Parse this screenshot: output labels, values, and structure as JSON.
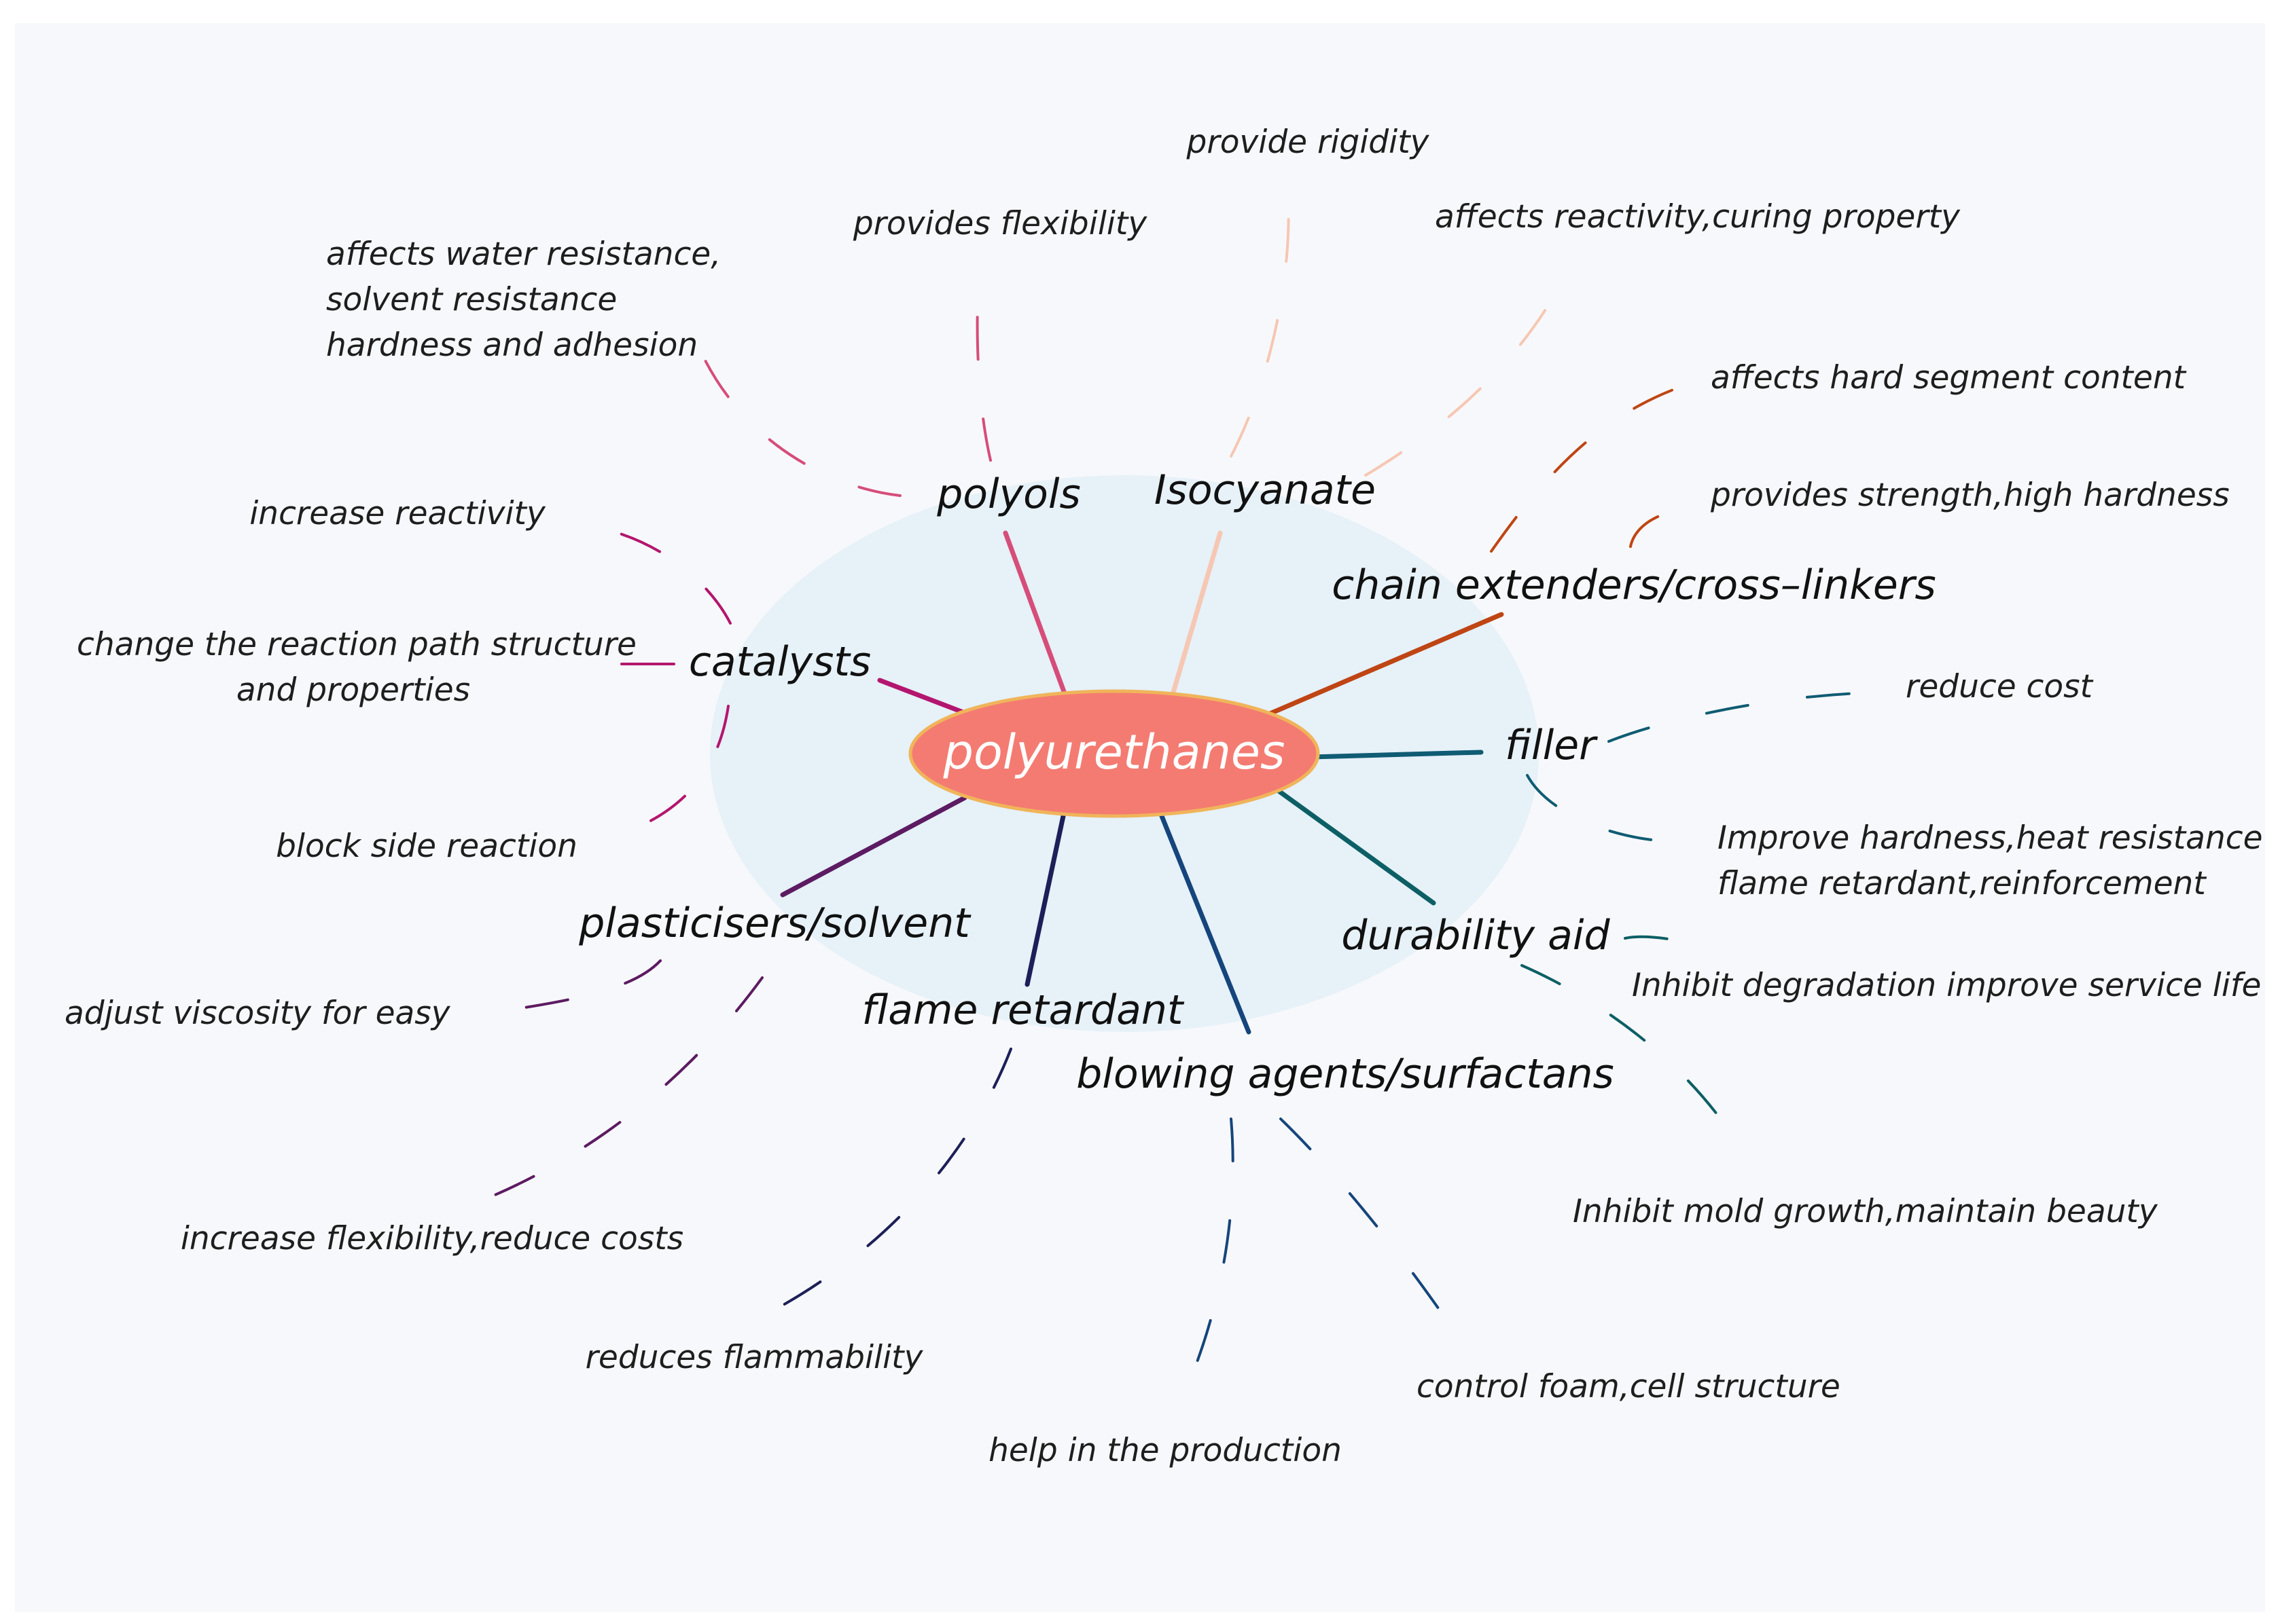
{
  "colors": {
    "background": "#f7f8fb",
    "halo": "#e6f1f8",
    "center_fill": "#f47b72",
    "center_stroke": "#f0b45a"
  },
  "center": {
    "label": "polyurethanes"
  },
  "categories": [
    {
      "id": "polyols",
      "label": "polyols",
      "color": "#d64d7a",
      "notes": [
        "provides flexibility",
        "affects water resistance,",
        "solvent resistance",
        "hardness and adhesion"
      ]
    },
    {
      "id": "isocyanate",
      "label": "Isocyanate",
      "color": "#f6c7b3",
      "notes": [
        "provide rigidity",
        "affects reactivity,curing property"
      ]
    },
    {
      "id": "chain-extenders",
      "label": "chain extenders/cross–linkers",
      "color": "#bf4514",
      "notes": [
        "affects hard segment content",
        "provides strength,high hardness"
      ]
    },
    {
      "id": "filler",
      "label": "filler",
      "color": "#0f5c73",
      "notes": [
        "reduce cost",
        "Improve hardness,heat resistance",
        "flame retardant,reinforcement"
      ]
    },
    {
      "id": "durability-aid",
      "label": "durability aid",
      "color": "#0c5f65",
      "notes": [
        "Inhibit degradation improve service life",
        "Inhibit mold growth,maintain beauty"
      ]
    },
    {
      "id": "blowing-agents",
      "label": "blowing agents/surfactans",
      "color": "#16457c",
      "notes": [
        "control foam,cell structure",
        "help in the production"
      ]
    },
    {
      "id": "flame-retardant",
      "label": "flame retardant",
      "color": "#1d1f58",
      "notes": [
        "reduces flammability"
      ]
    },
    {
      "id": "plasticisers",
      "label": "plasticisers/solvent",
      "color": "#5c1b62",
      "notes": [
        "adjust viscosity for easy",
        "increase flexibility,reduce costs"
      ]
    },
    {
      "id": "catalysts",
      "label": "catalysts",
      "color": "#b3166e",
      "notes": [
        "increase reactivity",
        "change the reaction path structure",
        "and properties",
        "block side reaction"
      ]
    }
  ]
}
